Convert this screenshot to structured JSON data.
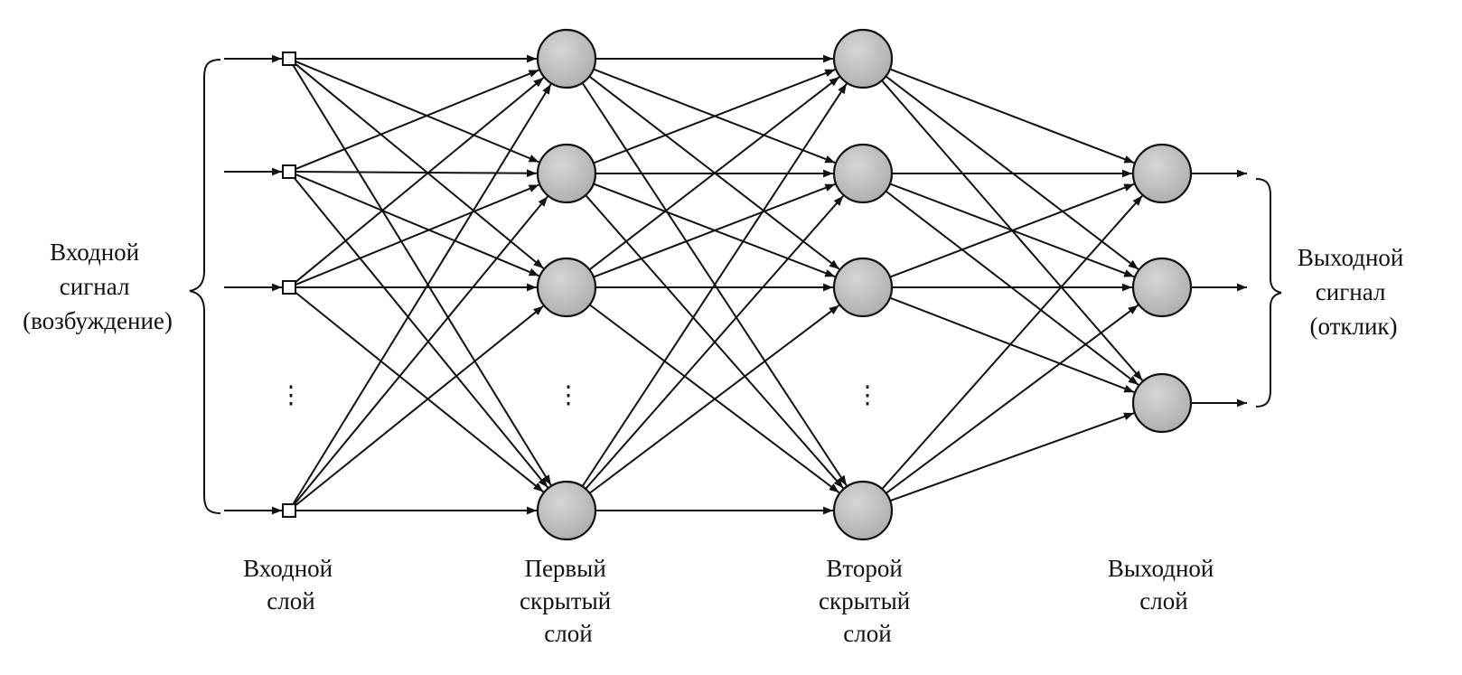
{
  "labels": {
    "input_signal": [
      "Входной",
      "сигнал",
      "(возбуждение)"
    ],
    "output_signal": [
      "Выходной",
      "сигнал",
      "(отклик)"
    ],
    "input_layer": [
      "Входной",
      "слой"
    ],
    "hidden1_layer": [
      "Первый",
      "скрытый",
      "слой"
    ],
    "hidden2_layer": [
      "Второй",
      "скрытый",
      "слой"
    ],
    "output_layer": [
      "Выходной",
      "слой"
    ]
  },
  "ellipsis": "⋮",
  "colors": {
    "ink": "#111111",
    "neuron_fill": "#b9b9b9",
    "neuron_highlight": "#d6d6d6"
  },
  "layers": {
    "input": {
      "nodes": 4,
      "shape": "square",
      "ellipsis_after": 3
    },
    "hidden1": {
      "nodes": 4,
      "shape": "circle",
      "ellipsis_after": 3
    },
    "hidden2": {
      "nodes": 4,
      "shape": "circle",
      "ellipsis_after": 3
    },
    "output": {
      "nodes": 3,
      "shape": "circle"
    }
  },
  "connectivity": "fully-connected"
}
